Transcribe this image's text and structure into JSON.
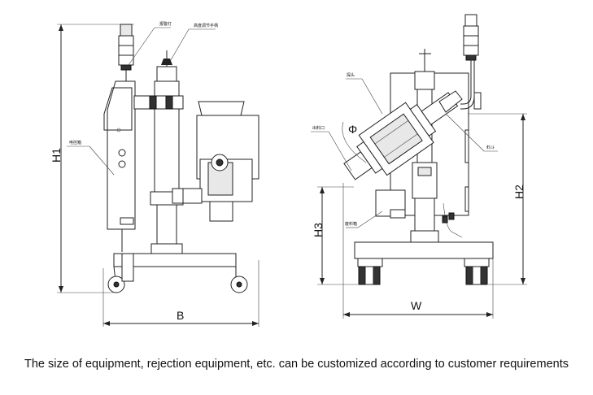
{
  "left_view": {
    "dimensions": {
      "height": "H1",
      "base": "B"
    },
    "labels": {
      "alarm_light": "报警灯",
      "height_adjust": "高度调节手柄",
      "control_box": "电控箱"
    }
  },
  "right_view": {
    "dimensions": {
      "height2": "H2",
      "height3": "H3",
      "width": "W",
      "angle": "Φ"
    },
    "labels": {
      "probe": "探头",
      "outlet": "出料口",
      "hopper": "料斗",
      "reject_bin": "废料箱"
    }
  },
  "caption": "The size of equipment, rejection equipment, etc. can be customized according to customer requirements"
}
